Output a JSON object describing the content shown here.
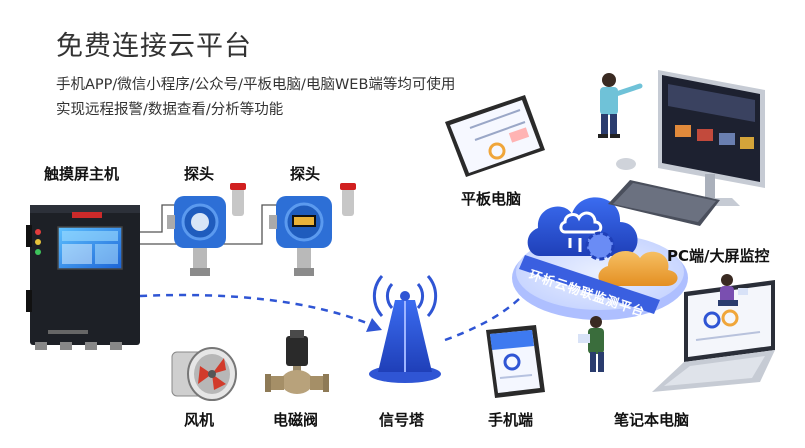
{
  "heading": {
    "title": "免费连接云平台",
    "line1": "手机APP/微信小程序/公众号/平板电脑/电脑WEB端等均可使用",
    "line2": "实现远程报警/数据查看/分析等功能"
  },
  "labels": {
    "host": "触摸屏主机",
    "probe1": "探头",
    "probe2": "探头",
    "fan": "风机",
    "valve": "电磁阀",
    "tower": "信号塔",
    "phone": "手机端",
    "laptop": "笔记本电脑",
    "tablet": "平板电脑",
    "pc": "PC端/大屏监控"
  },
  "cloud_banner": "环析云物联监测平台",
  "colors": {
    "accent_blue": "#2f55d4",
    "cloud_gold": "#f0a63a",
    "device_dark": "#1d2026"
  }
}
